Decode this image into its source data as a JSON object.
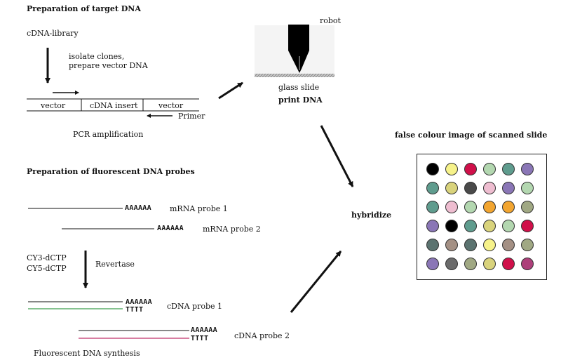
{
  "target": {
    "heading": "Preparation of target DNA",
    "cdna_library": "cDNA-library",
    "isolate_line1": "isolate clones,",
    "isolate_line2": "prepare vector DNA",
    "vector_left": "vector",
    "cdna_insert": "cDNA insert",
    "vector_right": "vector",
    "primer": "Primer",
    "pcr": "PCR amplification"
  },
  "robot": {
    "robot_label": "robot",
    "glass_slide": "glass slide",
    "print_dna": "print DNA"
  },
  "probes": {
    "heading": "Preparation of fluorescent DNA probes",
    "mrna1_tail": "AAAAAA",
    "mrna1_label": "mRNA probe 1",
    "mrna2_tail": "AAAAAA",
    "mrna2_label": "mRNA probe 2",
    "cy3": "CY3-dCTP",
    "cy5": "CY5-dCTP",
    "revertase": "Revertase",
    "cdna1_tail": "AAAAAA",
    "cdna1_ttt": "TTTT",
    "cdna1_label": "cDNA probe 1",
    "cdna2_tail": "AAAAAA",
    "cdna2_ttt": "TTTT",
    "cdna2_label": "cDNA probe 2",
    "synthesis": "Fluorescent DNA synthesis"
  },
  "hybridize": "hybridize",
  "scan": {
    "title": "false colour image of scanned slide",
    "colors": [
      [
        "#000000",
        "#f6f28a",
        "#d0104a",
        "#b3d7b0",
        "#5f9c8e",
        "#8a76b6"
      ],
      [
        "#5f9c8e",
        "#d9d37c",
        "#4a4a4a",
        "#eebdd0",
        "#8a76b6",
        "#b3d7b0"
      ],
      [
        "#5f9c8e",
        "#eebdd0",
        "#b3d7b0",
        "#f2a530",
        "#f2a530",
        "#a0a883"
      ],
      [
        "#8a76b6",
        "#000000",
        "#5f9c8e",
        "#d9d37c",
        "#b3d7b0",
        "#d0104a"
      ],
      [
        "#5b7370",
        "#a49084",
        "#5b7370",
        "#f6f28a",
        "#a49084",
        "#a0a883"
      ],
      [
        "#8a76b6",
        "#6b6b6b",
        "#a0a883",
        "#d9d37c",
        "#d0104a",
        "#ad3f7a"
      ]
    ]
  }
}
